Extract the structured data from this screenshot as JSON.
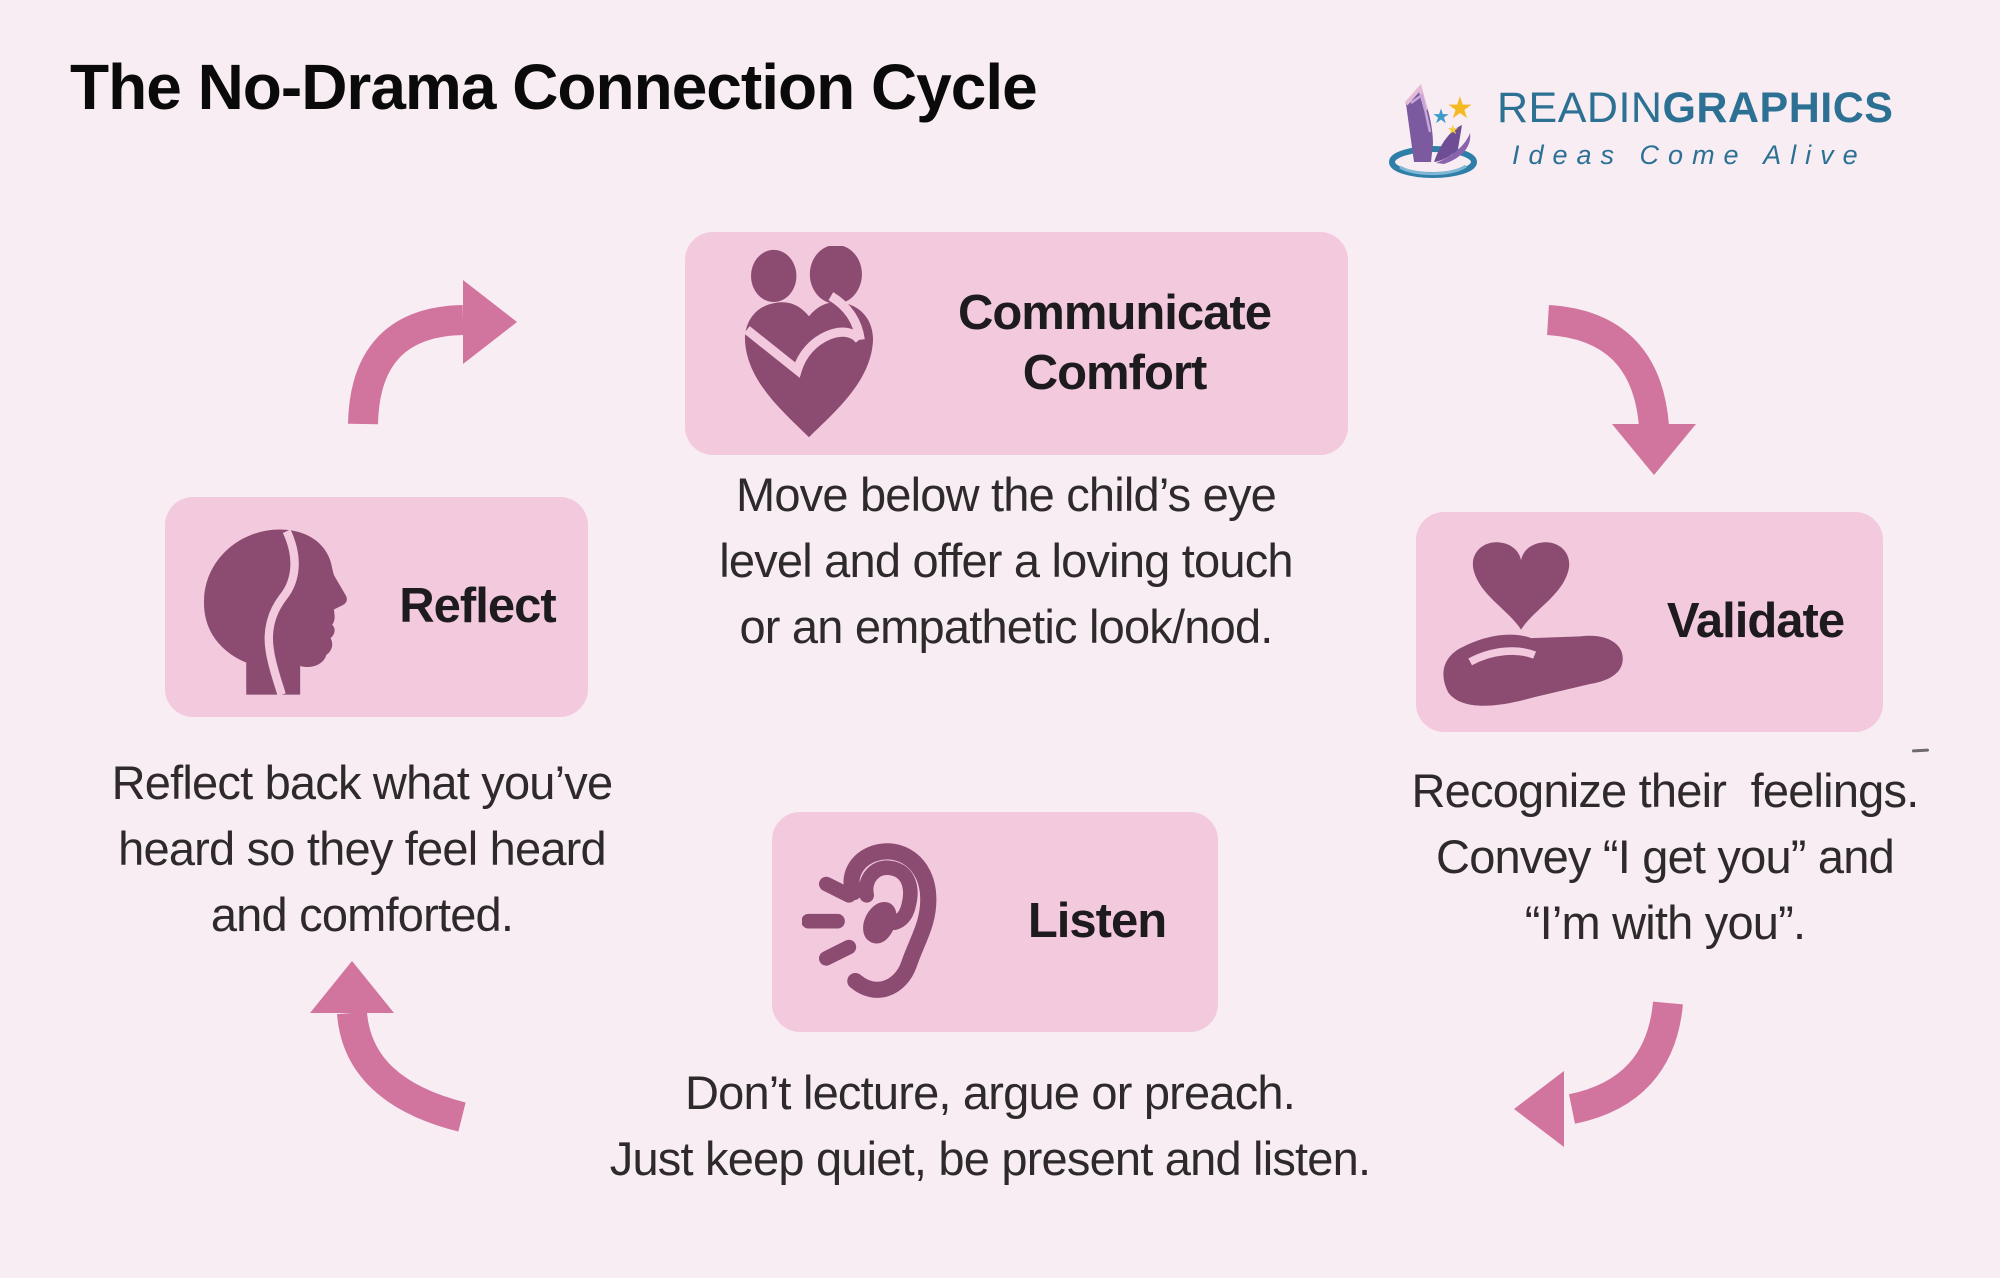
{
  "header": {
    "title": "The No-Drama Connection Cycle",
    "logo": {
      "brand_regular": "READIN",
      "brand_bold": "GRAPHICS",
      "tagline": "Ideas Come Alive",
      "icon": "open-book-stars-swoosh-logo"
    }
  },
  "cycle": {
    "steps": [
      {
        "id": "communicate-comfort",
        "label": "Communicate\nComfort",
        "icon": "family-embrace-heart-icon",
        "description": "Move below the child’s eye\nlevel and offer a loving touch\nor an empathetic look/nod."
      },
      {
        "id": "validate",
        "label": "Validate",
        "icon": "hand-holding-heart-icon",
        "description": "Recognize their  feelings.\nConvey “I get you” and\n“I’m with you”."
      },
      {
        "id": "reflect",
        "label": "Reflect",
        "icon": "head-profile-icon",
        "description": "Reflect back what you’ve\nheard so they feel heard\nand comforted."
      },
      {
        "id": "listen",
        "label": "Listen",
        "icon": "listening-ear-icon",
        "description": "Don’t lecture, argue or preach.\nJust keep quiet, be present and listen."
      }
    ]
  },
  "colors": {
    "background": "#F8EDF2",
    "card_fill": "#F3C9DE",
    "icon_mauve": "#8C4B71",
    "arrow_pink": "#D1759F",
    "logo_teal": "#2C7094",
    "title_text": "#0A0A0A",
    "body_text": "#2E2A2C"
  }
}
